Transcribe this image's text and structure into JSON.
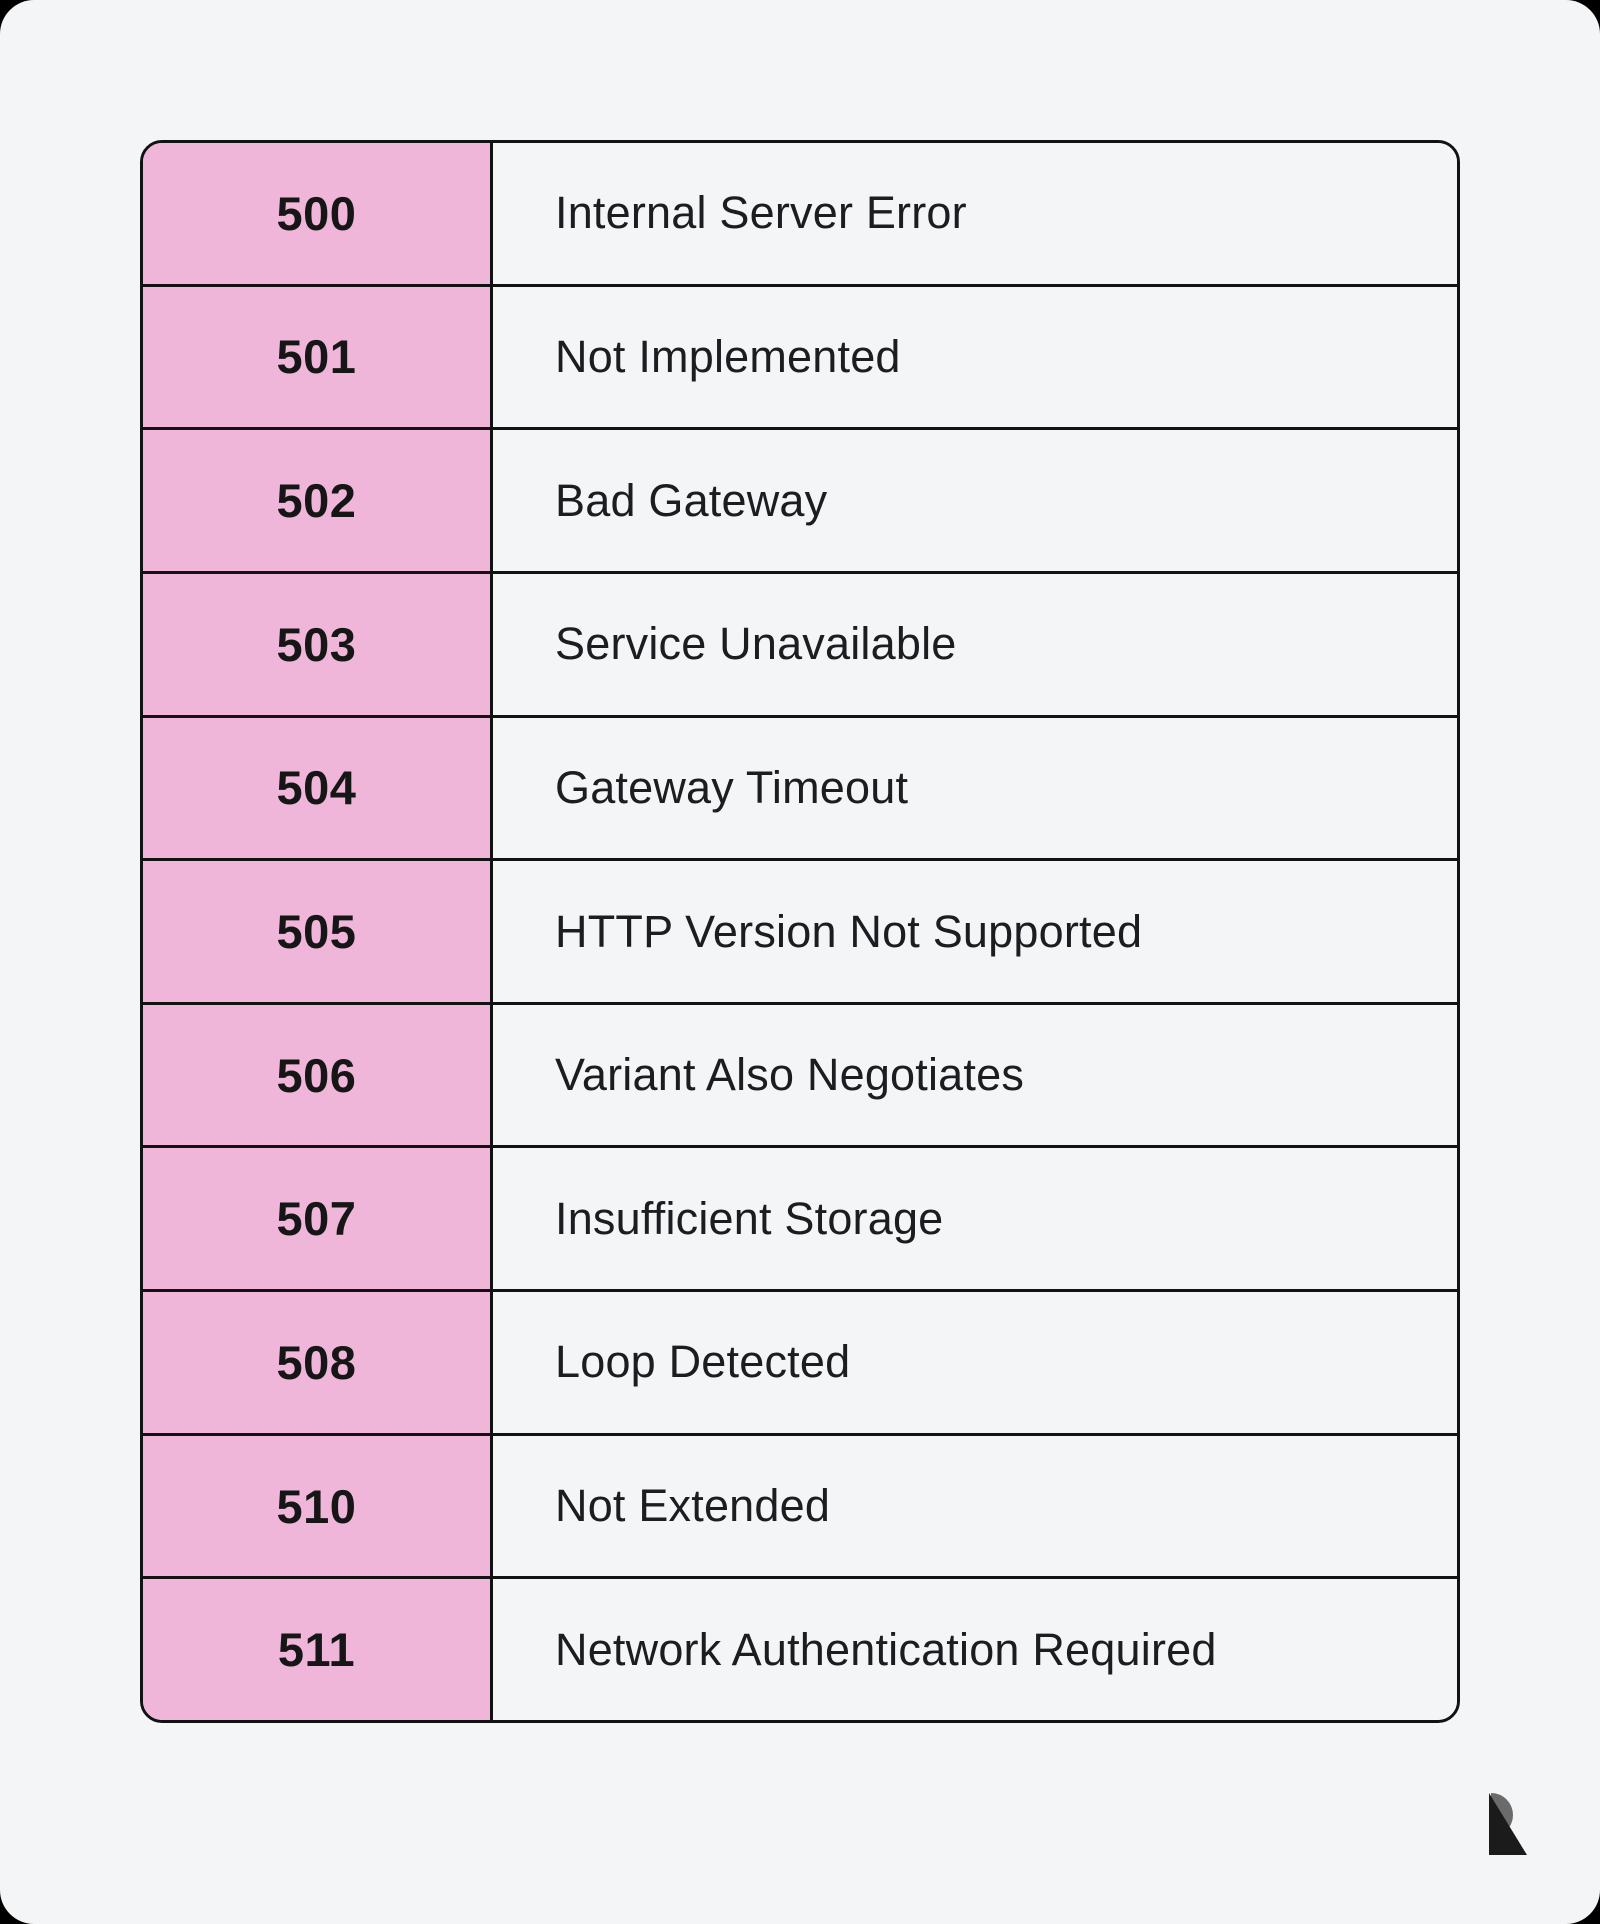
{
  "page": {
    "background_color": "#F4F5F7",
    "outer_color": "#000000"
  },
  "table": {
    "name": "http-5xx-status-codes",
    "code_column_color": "#EFB6D9",
    "description_column_color": "#F4F5F7",
    "border_color": "#121212",
    "rows": [
      {
        "code": "500",
        "description": "Internal Server Error"
      },
      {
        "code": "501",
        "description": "Not Implemented"
      },
      {
        "code": "502",
        "description": "Bad Gateway"
      },
      {
        "code": "503",
        "description": "Service Unavailable"
      },
      {
        "code": "504",
        "description": "Gateway Timeout"
      },
      {
        "code": "505",
        "description": "HTTP Version Not Supported"
      },
      {
        "code": "506",
        "description": "Variant Also Negotiates"
      },
      {
        "code": "507",
        "description": "Insufficient Storage"
      },
      {
        "code": "508",
        "description": "Loop Detected"
      },
      {
        "code": "510",
        "description": "Not Extended"
      },
      {
        "code": "511",
        "description": "Network Authentication Required"
      }
    ]
  },
  "logo": {
    "name": "brand-r-logo",
    "dark_color": "#1B1B1B",
    "accent_color": "#6B6B6B"
  }
}
